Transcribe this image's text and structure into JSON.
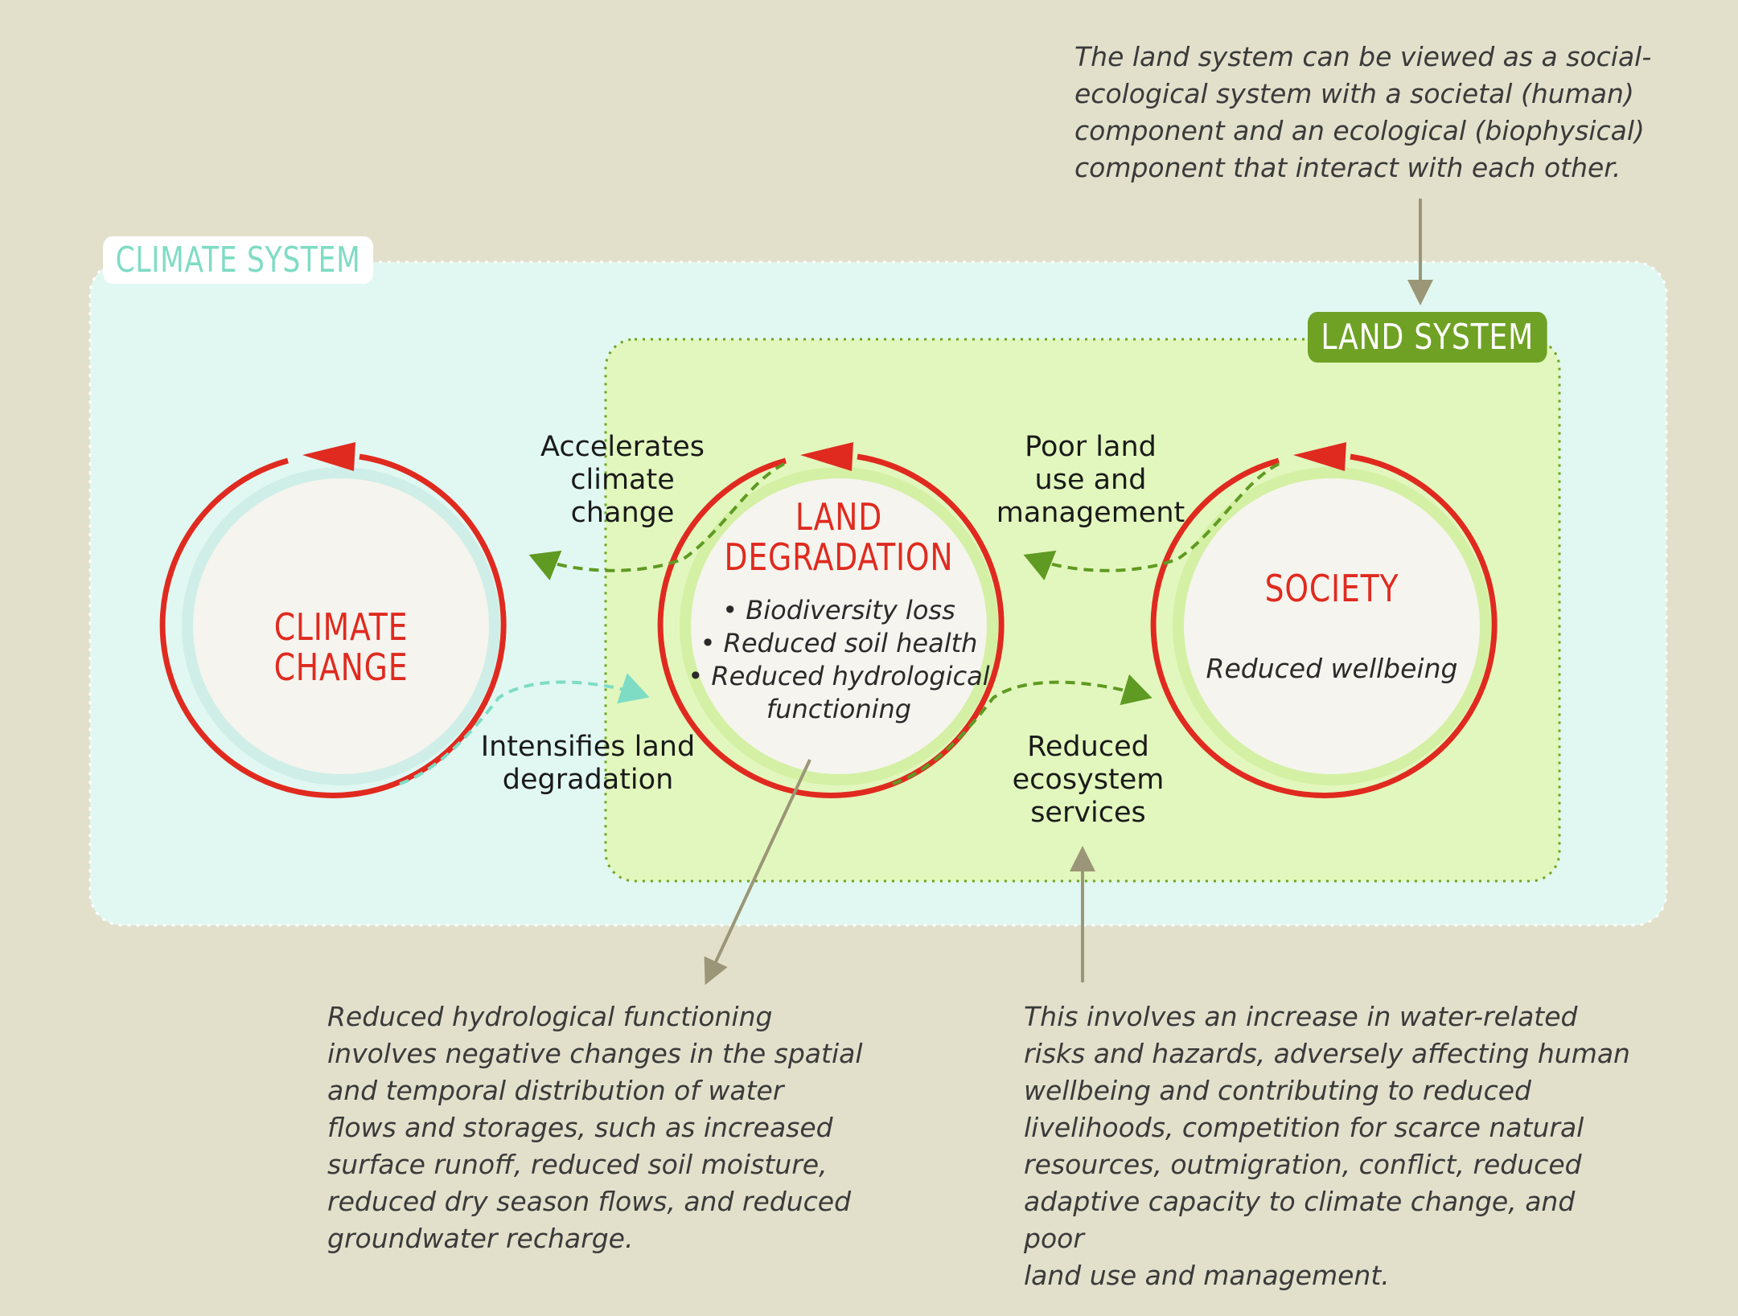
{
  "top_note": [
    "The land system can be viewed as a social-",
    "ecological system with a societal (human)",
    "component and an ecological (biophysical)",
    "component that interact with each other."
  ],
  "climate_system_label": "CLIMATE SYSTEM",
  "land_system_label": "LAND SYSTEM",
  "climate_change": {
    "title": "CLIMATE CHANGE"
  },
  "land_degradation": {
    "title": [
      "LAND",
      "DEGRADATION"
    ],
    "bullets": [
      "• Biodiversity loss",
      "• Reduced soil health",
      "• Reduced hydrological",
      "functioning"
    ]
  },
  "society": {
    "title": "SOCIETY",
    "subtitle": "Reduced wellbeing"
  },
  "flows": {
    "accelerates": [
      "Accelerates",
      "climate",
      "change"
    ],
    "intensifies": [
      "Intensifies land",
      "degradation"
    ],
    "poor_land": [
      "Poor land",
      "use and",
      "management"
    ],
    "reduced_services": [
      "Reduced",
      "ecosystem",
      "services"
    ]
  },
  "note_hydrological": [
    "Reduced hydrological functioning",
    "involves negative changes in the spatial",
    "and temporal distribution of water",
    "flows and storages, such as increased",
    "surface runoff, reduced soil moisture,",
    "reduced dry season flows, and reduced",
    "groundwater recharge."
  ],
  "note_ecosystem": [
    "This involves an increase in water-related",
    "risks and hazards, adversely affecting human",
    "wellbeing and contributing to reduced",
    "livelihoods, competition for scarce natural",
    "resources, outmigration, conflict, reduced",
    "adaptive capacity to climate change, and poor",
    "land use and management."
  ],
  "colors": {
    "background": "#e2dfcb",
    "climate_box": "#e0f8f1",
    "land_box": "#e2f7bd",
    "red": "#e02a1f",
    "green": "#6fa224",
    "teal": "#7fdcc4",
    "pointer": "#9b9677"
  }
}
